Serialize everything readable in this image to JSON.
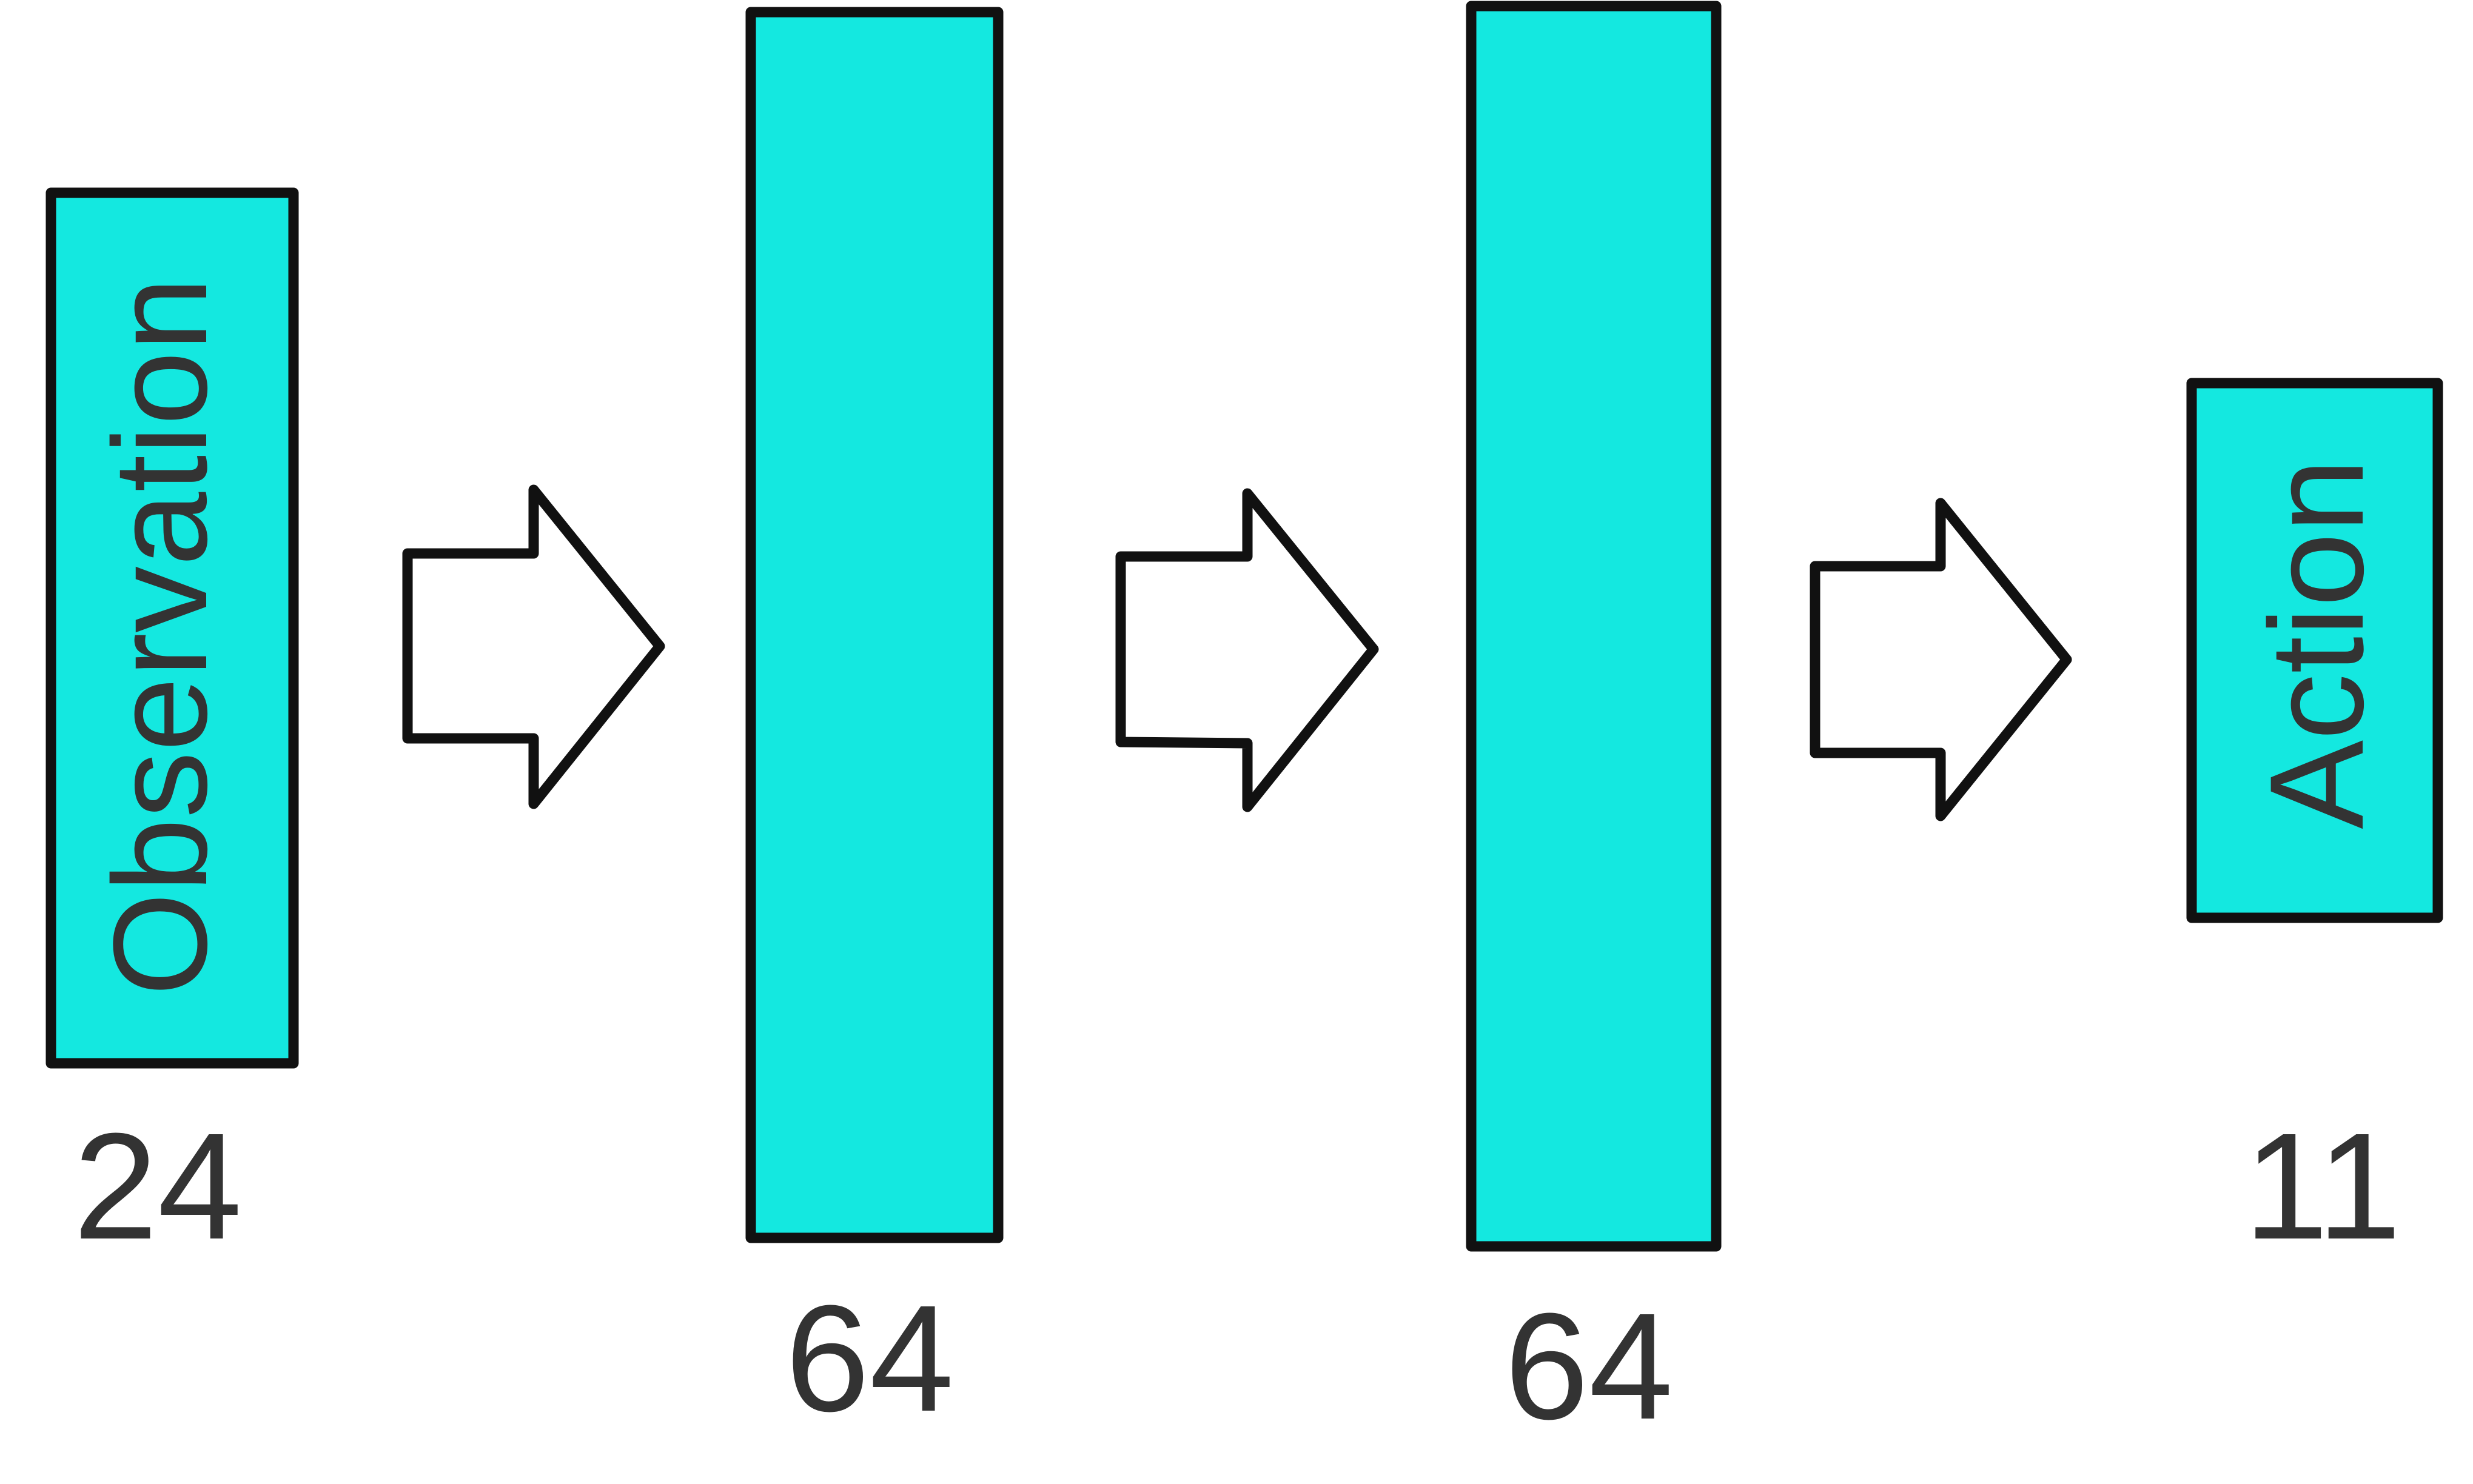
{
  "colors": {
    "layer_fill": "#14E8E0",
    "stroke": "#111111",
    "text": "#333333",
    "arrow_fill": "#FFFFFF"
  },
  "layers": [
    {
      "name": "input-layer",
      "label": "Observation",
      "size": "24"
    },
    {
      "name": "hidden-layer-1",
      "label": "",
      "size": "64"
    },
    {
      "name": "hidden-layer-2",
      "label": "",
      "size": "64"
    },
    {
      "name": "output-layer",
      "label": "Action",
      "size": "11"
    }
  ],
  "arrows": [
    {
      "name": "arrow-input-to-hidden-1"
    },
    {
      "name": "arrow-hidden-1-to-hidden-2"
    },
    {
      "name": "arrow-hidden-2-to-output"
    }
  ]
}
